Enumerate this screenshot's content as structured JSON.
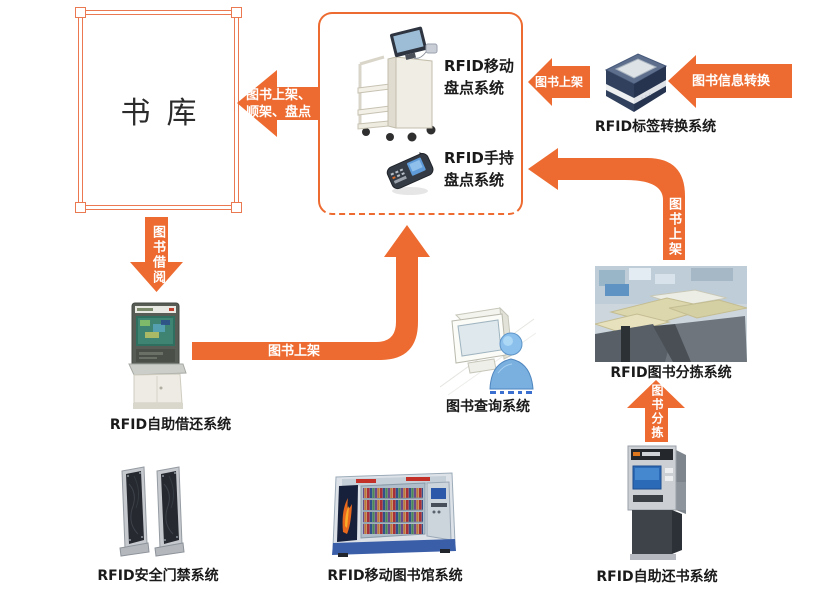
{
  "colors": {
    "arrow": "#ED6B30",
    "frame": "#EA7850",
    "label": "#1A1A1A"
  },
  "nodes": {
    "book_stack": {
      "label": "书库"
    },
    "mobile_inventory": {
      "label_line1": "RFID移动",
      "label_line2": "盘点系统"
    },
    "handheld_inventory": {
      "label_line1": "RFID手持",
      "label_line2": "盘点系统"
    },
    "tag_conversion": {
      "label": "RFID标签转换系统"
    },
    "book_sorting": {
      "label": "RFID图书分拣系统"
    },
    "self_checkout": {
      "label": "RFID自助借还系统"
    },
    "book_query": {
      "label": "图书查询系统"
    },
    "security_gate": {
      "label": "RFID安全门禁系统"
    },
    "mobile_library": {
      "label": "RFID移动图书馆系统"
    },
    "self_return": {
      "label": "RFID自助还书系统"
    }
  },
  "arrows": {
    "shelving_to_stack": {
      "line1": "图书上架、",
      "line2": "顺架、盘点"
    },
    "borrow": {
      "label": "图书借阅"
    },
    "shelving_from_checkout": {
      "label": "图书上架"
    },
    "shelving_from_conversion": {
      "label": "图书上架"
    },
    "info_conversion": {
      "label": "图书信息转换"
    },
    "shelving_from_sorting": {
      "label": "图书上架"
    },
    "sorting_flow": {
      "label": "图书分拣"
    }
  }
}
